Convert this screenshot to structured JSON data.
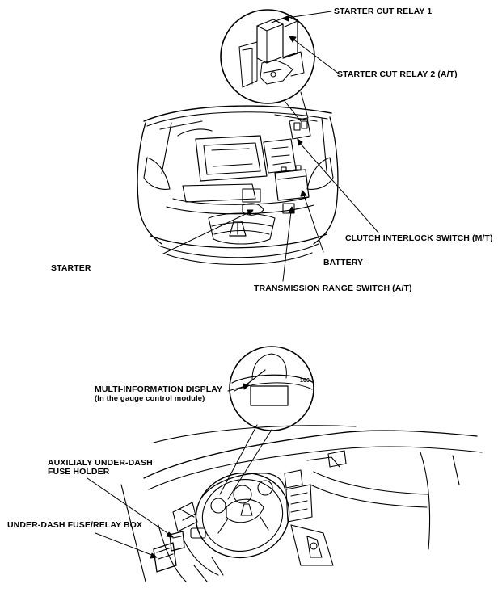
{
  "labels": {
    "starter_cut_relay_1": "STARTER CUT RELAY 1",
    "starter_cut_relay_2": "STARTER CUT RELAY 2 (A/T)",
    "clutch_interlock_switch": "CLUTCH INTERLOCK SWITCH (M/T)",
    "starter": "STARTER",
    "battery": "BATTERY",
    "transmission_range_switch": "TRANSMISSION RANGE SWITCH (A/T)",
    "multi_info_display_line1": "MULTI-INFORMATION DISPLAY",
    "multi_info_display_line2": "(In the gauge control module)",
    "aux_fuse_holder_line1": "AUXILIALY UNDER-DASH",
    "aux_fuse_holder_line2": "FUSE HOLDER",
    "under_dash_box": "UNDER-DASH FUSE/RELAY BOX",
    "gauge_mark": "100"
  }
}
